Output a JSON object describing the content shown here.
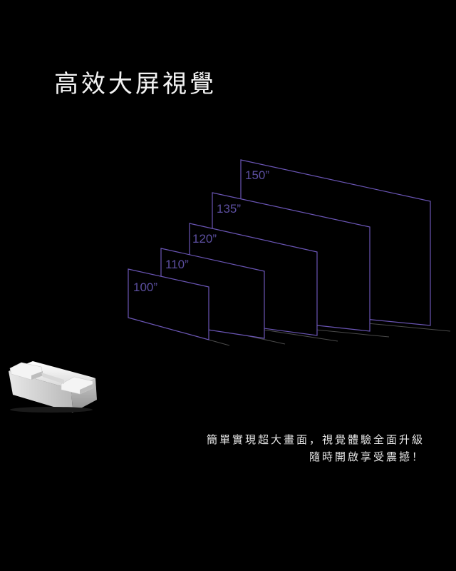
{
  "headline": "高效大屏視覺",
  "screen_sizes": [
    {
      "label": "150”"
    },
    {
      "label": "135”"
    },
    {
      "label": "120”"
    },
    {
      "label": "110”"
    },
    {
      "label": "100”"
    }
  ],
  "tagline": {
    "line1": "簡單實現超大畫面，視覺體驗全面升級",
    "line2": "隨時開啟享受震撼！"
  },
  "colors": {
    "background": "#000000",
    "frame_stroke": "#6a55b5",
    "size_label": "#5c4fa0",
    "text": "#eeeeee"
  },
  "device_icon": "projector-icon"
}
